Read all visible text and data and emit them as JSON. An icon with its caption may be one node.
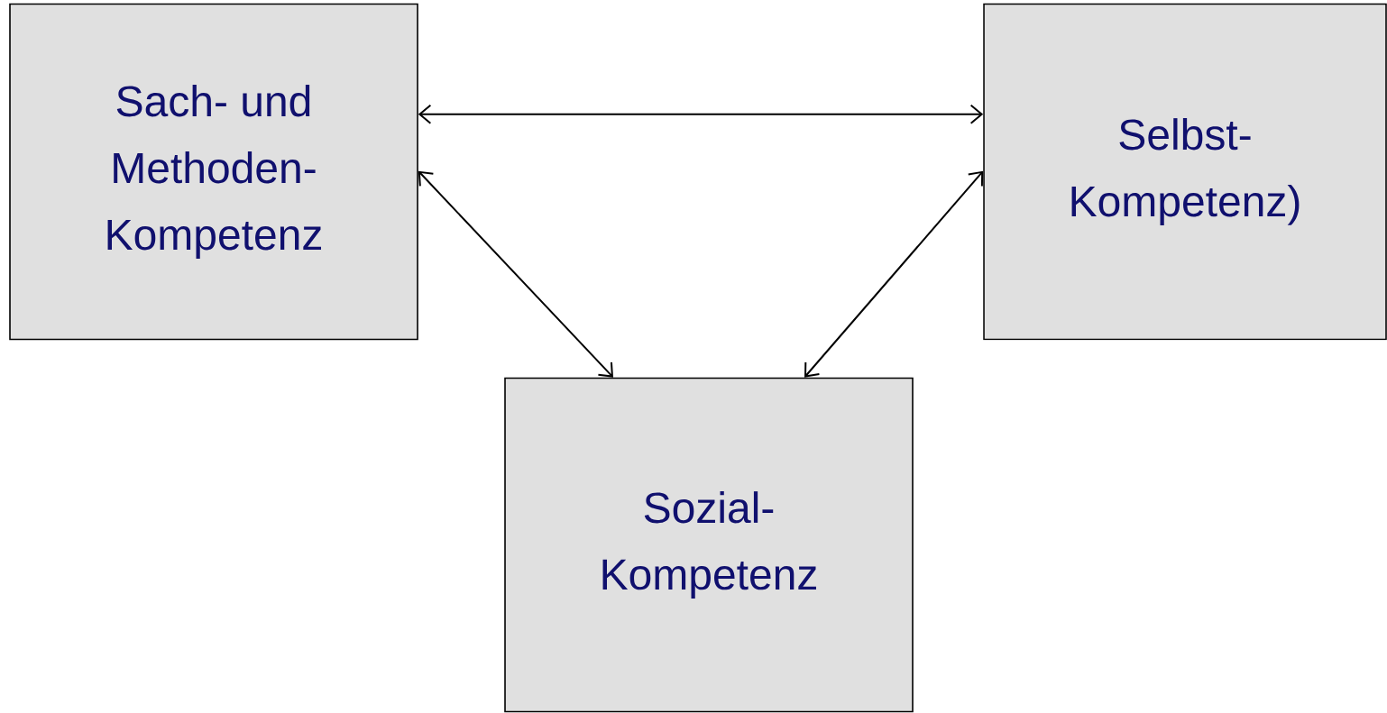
{
  "diagram": {
    "nodes": [
      {
        "text": [
          "Sach- und Methoden- Kompetenz"
        ]
      },
      {
        "text": [
          "Selbst- Kompetenz)"
        ]
      },
      {
        "text": [
          "Sozial- Kompetenz"
        ]
      }
    ],
    "edges": [
      {
        "from": 0,
        "to": 1,
        "arrow": "both"
      },
      {
        "from": 0,
        "to": 2,
        "arrow": "both"
      },
      {
        "from": 1,
        "to": 2,
        "arrow": "both"
      }
    ]
  }
}
